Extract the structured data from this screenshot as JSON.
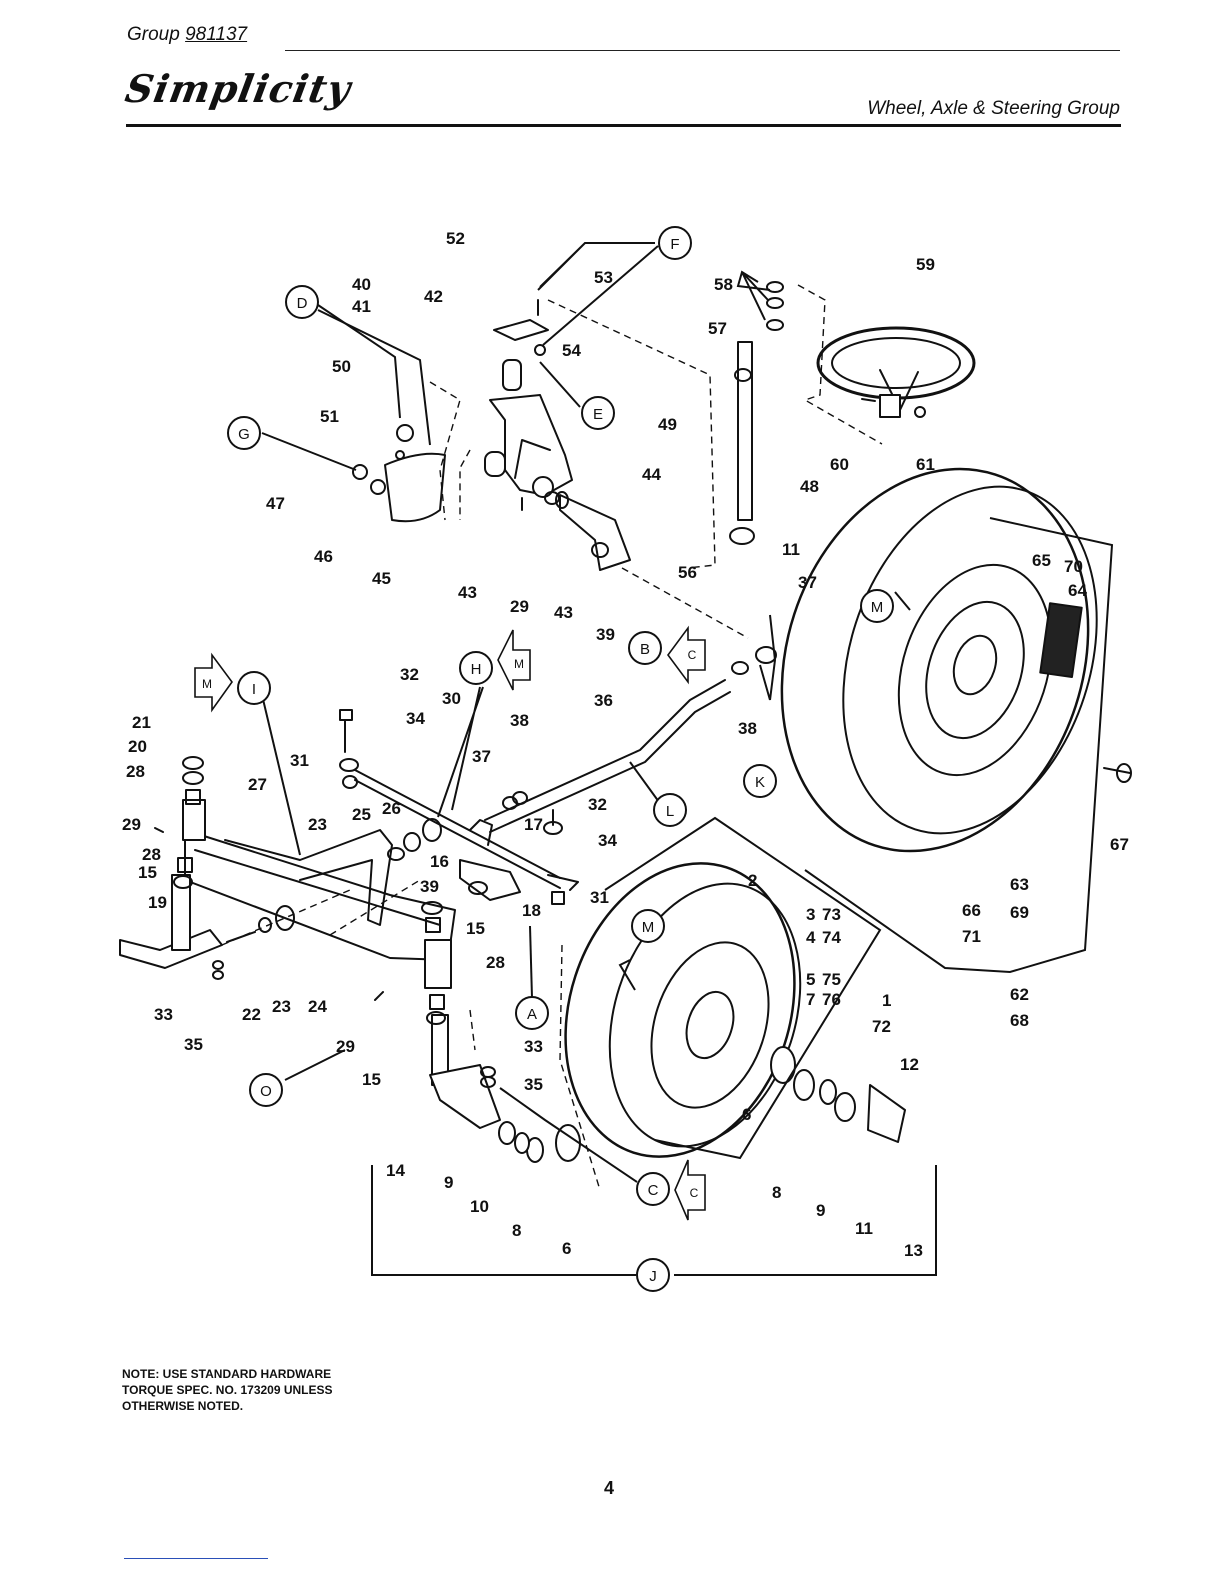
{
  "header": {
    "group_label": "Group",
    "group_number": "981137",
    "brand": "Simplicity",
    "title": "Wheel, Axle & Steering Group"
  },
  "note": {
    "line1": "NOTE:  USE STANDARD HARDWARE",
    "line2": "TORQUE SPEC. NO. 173209 UNLESS",
    "line3": "OTHERWISE  NOTED."
  },
  "page_number": "4",
  "callouts": [
    "A",
    "B",
    "C",
    "C",
    "D",
    "E",
    "F",
    "G",
    "H",
    "I",
    "J",
    "K",
    "L",
    "M",
    "M",
    "M",
    "O"
  ],
  "part_numbers": [
    "1",
    "2",
    "3",
    "4",
    "5",
    "6",
    "6",
    "7",
    "8",
    "8",
    "9",
    "9",
    "10",
    "11",
    "11",
    "12",
    "13",
    "14",
    "15",
    "15",
    "15",
    "16",
    "17",
    "18",
    "19",
    "20",
    "21",
    "22",
    "23",
    "23",
    "24",
    "25",
    "26",
    "27",
    "28",
    "28",
    "28",
    "29",
    "29",
    "29",
    "30",
    "31",
    "31",
    "32",
    "32",
    "33",
    "33",
    "34",
    "34",
    "35",
    "35",
    "36",
    "37",
    "37",
    "38",
    "38",
    "39",
    "39",
    "40",
    "41",
    "42",
    "43",
    "43",
    "44",
    "45",
    "46",
    "47",
    "48",
    "49",
    "50",
    "51",
    "52",
    "53",
    "54",
    "56",
    "57",
    "58",
    "59",
    "60",
    "61",
    "62",
    "63",
    "64",
    "65",
    "66",
    "67",
    "68",
    "69",
    "70",
    "71",
    "72",
    "73",
    "74",
    "75",
    "76"
  ]
}
